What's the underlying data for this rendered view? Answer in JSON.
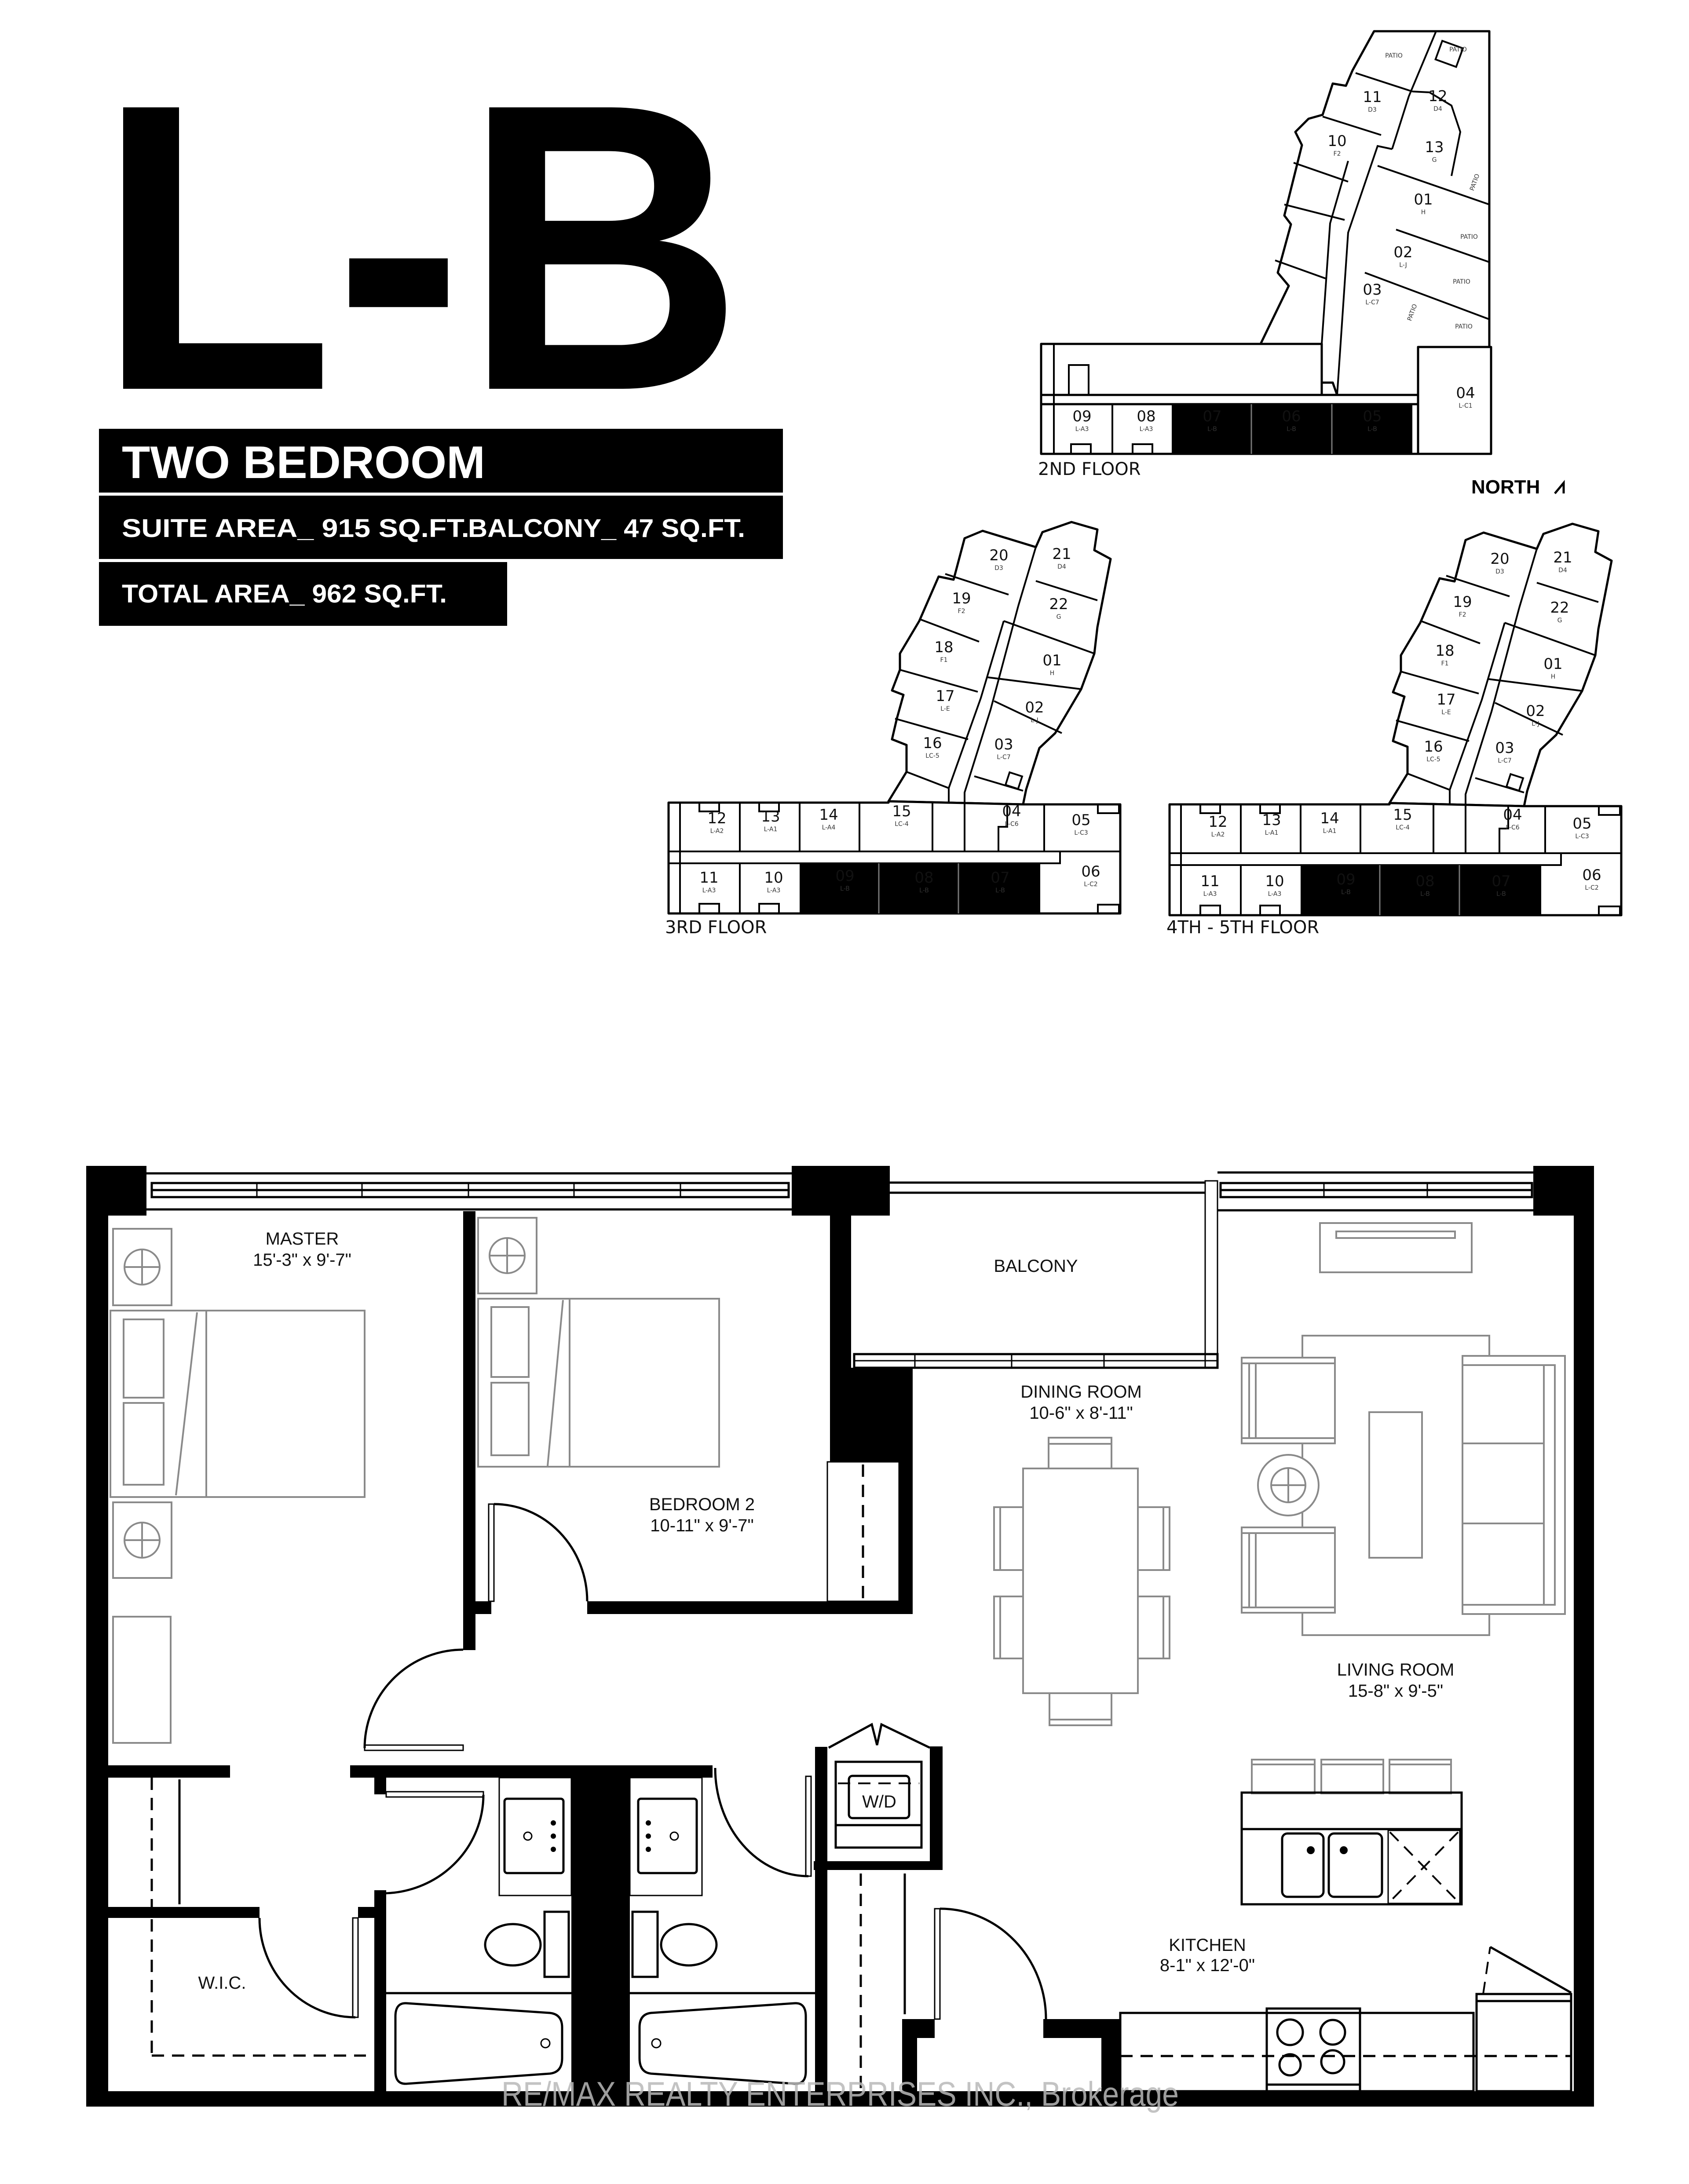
{
  "header": {
    "unit_model": "L-B",
    "suite_type": "TWO BEDROOM",
    "suite_area": "SUITE AREA_ 915 SQ.FT.",
    "balcony_area": "BALCONY_ 47 SQ.FT.",
    "total_area": "TOTAL AREA_ 962 SQ.FT."
  },
  "key_plans": {
    "north_label": "NORTH",
    "patio_label": "PATIO",
    "highlight_color": "#000000",
    "floors": [
      {
        "label": "2ND FLOOR",
        "units": [
          {
            "num": "11",
            "type": "D3"
          },
          {
            "num": "12",
            "type": "D4"
          },
          {
            "num": "10",
            "type": "F2"
          },
          {
            "num": "13",
            "type": "G"
          },
          {
            "num": "01",
            "type": "H"
          },
          {
            "num": "02",
            "type": "L-J"
          },
          {
            "num": "03",
            "type": "L-C7"
          },
          {
            "num": "04",
            "type": "L-C1"
          },
          {
            "num": "09",
            "type": "L-A3"
          },
          {
            "num": "08",
            "type": "L-A3"
          },
          {
            "num": "07",
            "type": "L-B",
            "highlighted": true
          },
          {
            "num": "06",
            "type": "L-B",
            "highlighted": true
          },
          {
            "num": "05",
            "type": "L-B",
            "highlighted": true
          }
        ]
      },
      {
        "label": "3RD FLOOR",
        "units": [
          {
            "num": "20",
            "type": "D3"
          },
          {
            "num": "21",
            "type": "D4"
          },
          {
            "num": "19",
            "type": "F2"
          },
          {
            "num": "22",
            "type": "G"
          },
          {
            "num": "18",
            "type": "F1"
          },
          {
            "num": "01",
            "type": "H"
          },
          {
            "num": "17",
            "type": "L-E"
          },
          {
            "num": "02",
            "type": "L-J"
          },
          {
            "num": "16",
            "type": "LC-5"
          },
          {
            "num": "03",
            "type": "L-C7"
          },
          {
            "num": "12",
            "type": "L-A2"
          },
          {
            "num": "13",
            "type": "L-A1"
          },
          {
            "num": "14",
            "type": "L-A4"
          },
          {
            "num": "15",
            "type": "LC-4"
          },
          {
            "num": "04",
            "type": "L-C6"
          },
          {
            "num": "05",
            "type": "L-C3"
          },
          {
            "num": "11",
            "type": "L-A3"
          },
          {
            "num": "10",
            "type": "L-A3"
          },
          {
            "num": "09",
            "type": "L-B",
            "highlighted": true
          },
          {
            "num": "08",
            "type": "L-B",
            "highlighted": true
          },
          {
            "num": "07",
            "type": "L-B",
            "highlighted": true
          },
          {
            "num": "06",
            "type": "L-C2"
          }
        ]
      },
      {
        "label": "4TH - 5TH FLOOR",
        "units": [
          {
            "num": "20",
            "type": "D3"
          },
          {
            "num": "21",
            "type": "D4"
          },
          {
            "num": "19",
            "type": "F2"
          },
          {
            "num": "22",
            "type": "G"
          },
          {
            "num": "18",
            "type": "F1"
          },
          {
            "num": "01",
            "type": "H"
          },
          {
            "num": "17",
            "type": "L-E"
          },
          {
            "num": "02",
            "type": "L-J"
          },
          {
            "num": "16",
            "type": "LC-5"
          },
          {
            "num": "03",
            "type": "L-C7"
          },
          {
            "num": "12",
            "type": "L-A2"
          },
          {
            "num": "13",
            "type": "L-A1"
          },
          {
            "num": "14",
            "type": "L-A1"
          },
          {
            "num": "15",
            "type": "LC-4"
          },
          {
            "num": "04",
            "type": "L-C6"
          },
          {
            "num": "05",
            "type": "L-C3"
          },
          {
            "num": "11",
            "type": "L-A3"
          },
          {
            "num": "10",
            "type": "L-A3"
          },
          {
            "num": "09",
            "type": "L-B",
            "highlighted": true
          },
          {
            "num": "08",
            "type": "L-B",
            "highlighted": true
          },
          {
            "num": "07",
            "type": "L-B",
            "highlighted": true
          },
          {
            "num": "06",
            "type": "L-C2"
          }
        ]
      }
    ]
  },
  "floor_plan": {
    "rooms": {
      "master": {
        "name": "MASTER",
        "dims": "15'-3\" x 9'-7\""
      },
      "bedroom2": {
        "name": "BEDROOM 2",
        "dims": "10-11\" x 9'-7\""
      },
      "balcony": {
        "name": "BALCONY"
      },
      "dining": {
        "name": "DINING ROOM",
        "dims": "10-6\" x 8'-11\""
      },
      "living": {
        "name": "LIVING ROOM",
        "dims": "15-8\" x  9'-5\""
      },
      "kitchen": {
        "name": "KITCHEN",
        "dims": "8-1\" x 12'-0\""
      },
      "wic": {
        "name": "W.I.C."
      }
    },
    "washer_dryer": "W/D"
  },
  "watermark": "RE/MAX REALTY ENTERPRISES INC., Brokerage"
}
